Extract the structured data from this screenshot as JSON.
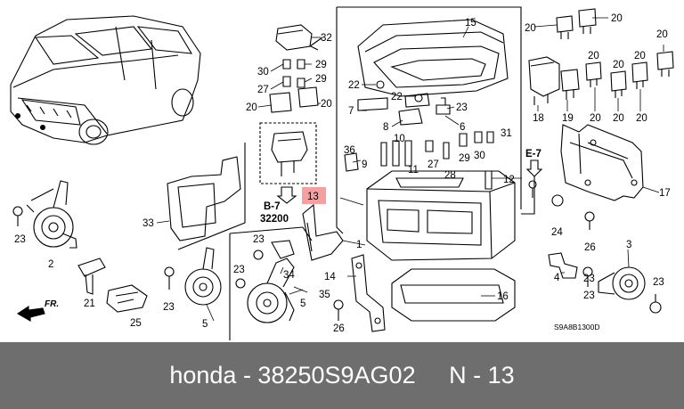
{
  "callouts": {
    "c1": "1",
    "c3": "3",
    "c4": "4",
    "c5a": "5",
    "c5b": "5",
    "c6": "6",
    "c7": "7",
    "c8": "8",
    "c9": "9",
    "c10": "10",
    "c11": "11",
    "c12": "12",
    "c13": "13",
    "c14": "14",
    "c15": "15",
    "c16": "16",
    "c17": "17",
    "c18": "18",
    "c19": "19",
    "c20a": "20",
    "c20b": "20",
    "c20c": "20",
    "c20d": "20",
    "c20e": "20",
    "c20f": "20",
    "c20g": "20",
    "c20h": "20",
    "c20i": "20",
    "c20j": "20",
    "c21": "21",
    "c2": "2",
    "c22a": "22",
    "c22b": "22",
    "c23a": "23",
    "c23b": "23",
    "c23c": "23",
    "c23d": "23",
    "c23e": "23",
    "c23f": "23",
    "c23g": "23",
    "c24": "24",
    "c25": "25",
    "c26a": "26",
    "c26b": "26",
    "c27a": "27",
    "c27b": "27",
    "c28": "28",
    "c29a": "29",
    "c29b": "29",
    "c30a": "30",
    "c30b": "30",
    "c31": "31",
    "c32": "32",
    "c33": "33",
    "c34": "34",
    "c35": "35",
    "c36": "36"
  },
  "refs": {
    "b7": "B-7",
    "b7_num": "32200",
    "e7": "E-7",
    "fr": "FR.",
    "diagram_code": "S9A8B1300D"
  },
  "footer": {
    "text": "honda - 38250S9AG02     N - 13"
  },
  "colors": {
    "highlight": "#f4a0a0",
    "footer_bg": "#6e6e6e",
    "line": "#000000"
  }
}
